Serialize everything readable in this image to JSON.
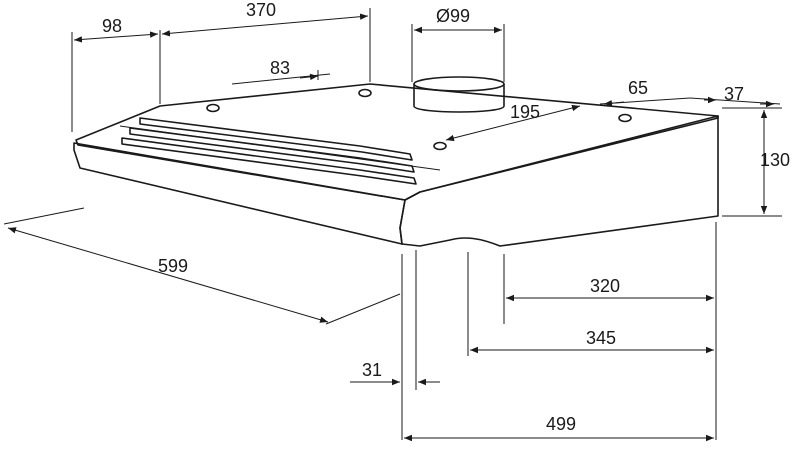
{
  "diagram": {
    "dimensions": {
      "d98": "98",
      "d370": "370",
      "d99": "Ø99",
      "d83": "83",
      "d65": "65",
      "d37": "37",
      "d195": "195",
      "d130": "130",
      "d599": "599",
      "d320": "320",
      "d345": "345",
      "d31": "31",
      "d499": "499"
    },
    "colors": {
      "body_fill": "#cfcfcf",
      "top_fill": "#e9e9e9",
      "side_fill": "#bdbdbd",
      "slot_fill": "#8a8a8a",
      "line": "#1a1a1a"
    }
  }
}
